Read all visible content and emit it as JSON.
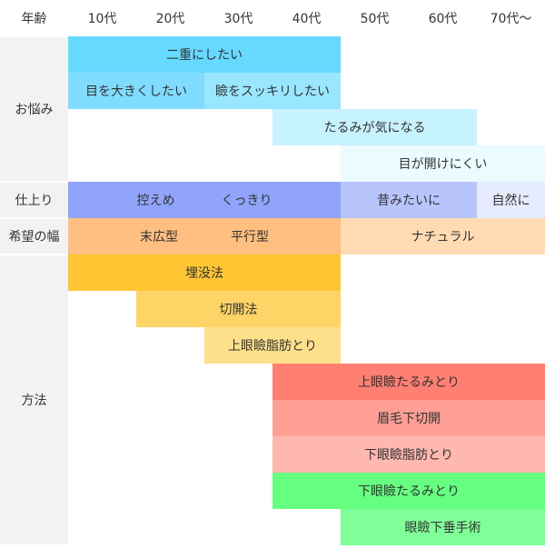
{
  "header": {
    "corner": "年齢",
    "ages": [
      "10代",
      "20代",
      "30代",
      "40代",
      "50代",
      "60代",
      "70代〜"
    ]
  },
  "sections": [
    {
      "key": "worries",
      "label": "お悩み"
    },
    {
      "key": "finish",
      "label": "仕上り"
    },
    {
      "key": "width",
      "label": "希望の幅"
    },
    {
      "key": "method",
      "label": "方法"
    }
  ],
  "bars": [
    {
      "labels": [
        "二重にしたい"
      ],
      "start": 0,
      "end": 4,
      "row": 0,
      "color": "#66d9ff"
    },
    {
      "labels": [
        "目を大きくしたい"
      ],
      "start": 0,
      "end": 2,
      "row": 1,
      "color": "#80dcff"
    },
    {
      "labels": [
        "瞼をスッキリしたい"
      ],
      "start": 2,
      "end": 4,
      "row": 1,
      "color": "#99e6ff"
    },
    {
      "labels": [
        "たるみが気になる"
      ],
      "start": 3,
      "end": 6,
      "row": 2,
      "color": "#c7f2ff"
    },
    {
      "labels": [
        "目が開けにくい"
      ],
      "start": 4,
      "end": 7,
      "row": 3,
      "color": "#ebfbff"
    },
    {
      "labels": [
        "控えめ",
        "くっきり"
      ],
      "start": 0,
      "end": 4,
      "row": 4,
      "color": "#8fa4fa"
    },
    {
      "labels": [
        "昔みたいに"
      ],
      "start": 4,
      "end": 6,
      "row": 4,
      "color": "#b8c4fc"
    },
    {
      "labels": [
        "自然に"
      ],
      "start": 6,
      "end": 7,
      "row": 4,
      "color": "#e6ebfd"
    },
    {
      "labels": [
        "末広型",
        "平行型"
      ],
      "start": 0,
      "end": 4,
      "row": 5,
      "color": "#ffbf80"
    },
    {
      "labels": [
        "ナチュラル"
      ],
      "start": 4,
      "end": 7,
      "row": 5,
      "color": "#ffdbb3"
    },
    {
      "labels": [
        "埋没法"
      ],
      "start": 0,
      "end": 4,
      "row": 6,
      "color": "#ffc533"
    },
    {
      "labels": [
        "切開法"
      ],
      "start": 1,
      "end": 4,
      "row": 7,
      "color": "#ffd466"
    },
    {
      "labels": [
        "上眼瞼脂肪とり"
      ],
      "start": 2,
      "end": 4,
      "row": 8,
      "color": "#ffe08a"
    },
    {
      "labels": [
        "上眼瞼たるみとり"
      ],
      "start": 3,
      "end": 7,
      "row": 9,
      "color": "#ff7f73"
    },
    {
      "labels": [
        "眉毛下切開"
      ],
      "start": 3,
      "end": 7,
      "row": 10,
      "color": "#ff9e94"
    },
    {
      "labels": [
        "下眼瞼脂肪とり"
      ],
      "start": 3,
      "end": 7,
      "row": 11,
      "color": "#ffb8b0"
    },
    {
      "labels": [
        "下眼瞼たるみとり"
      ],
      "start": 3,
      "end": 7,
      "row": 12,
      "color": "#66ff80"
    },
    {
      "labels": [
        "眼瞼下垂手術"
      ],
      "start": 4,
      "end": 7,
      "row": 13,
      "color": "#80ff99"
    }
  ]
}
